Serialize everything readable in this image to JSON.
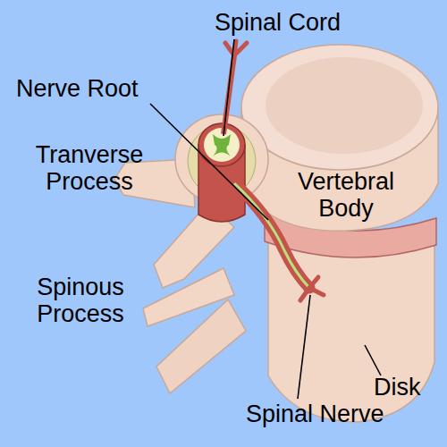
{
  "diagram": {
    "labels": [
      "Spinal Cord",
      "Nerve Root",
      "Tranverse Process",
      "Vertebral Body",
      "Spinous Process",
      "Disk",
      "Spinal Nerve"
    ]
  }
}
